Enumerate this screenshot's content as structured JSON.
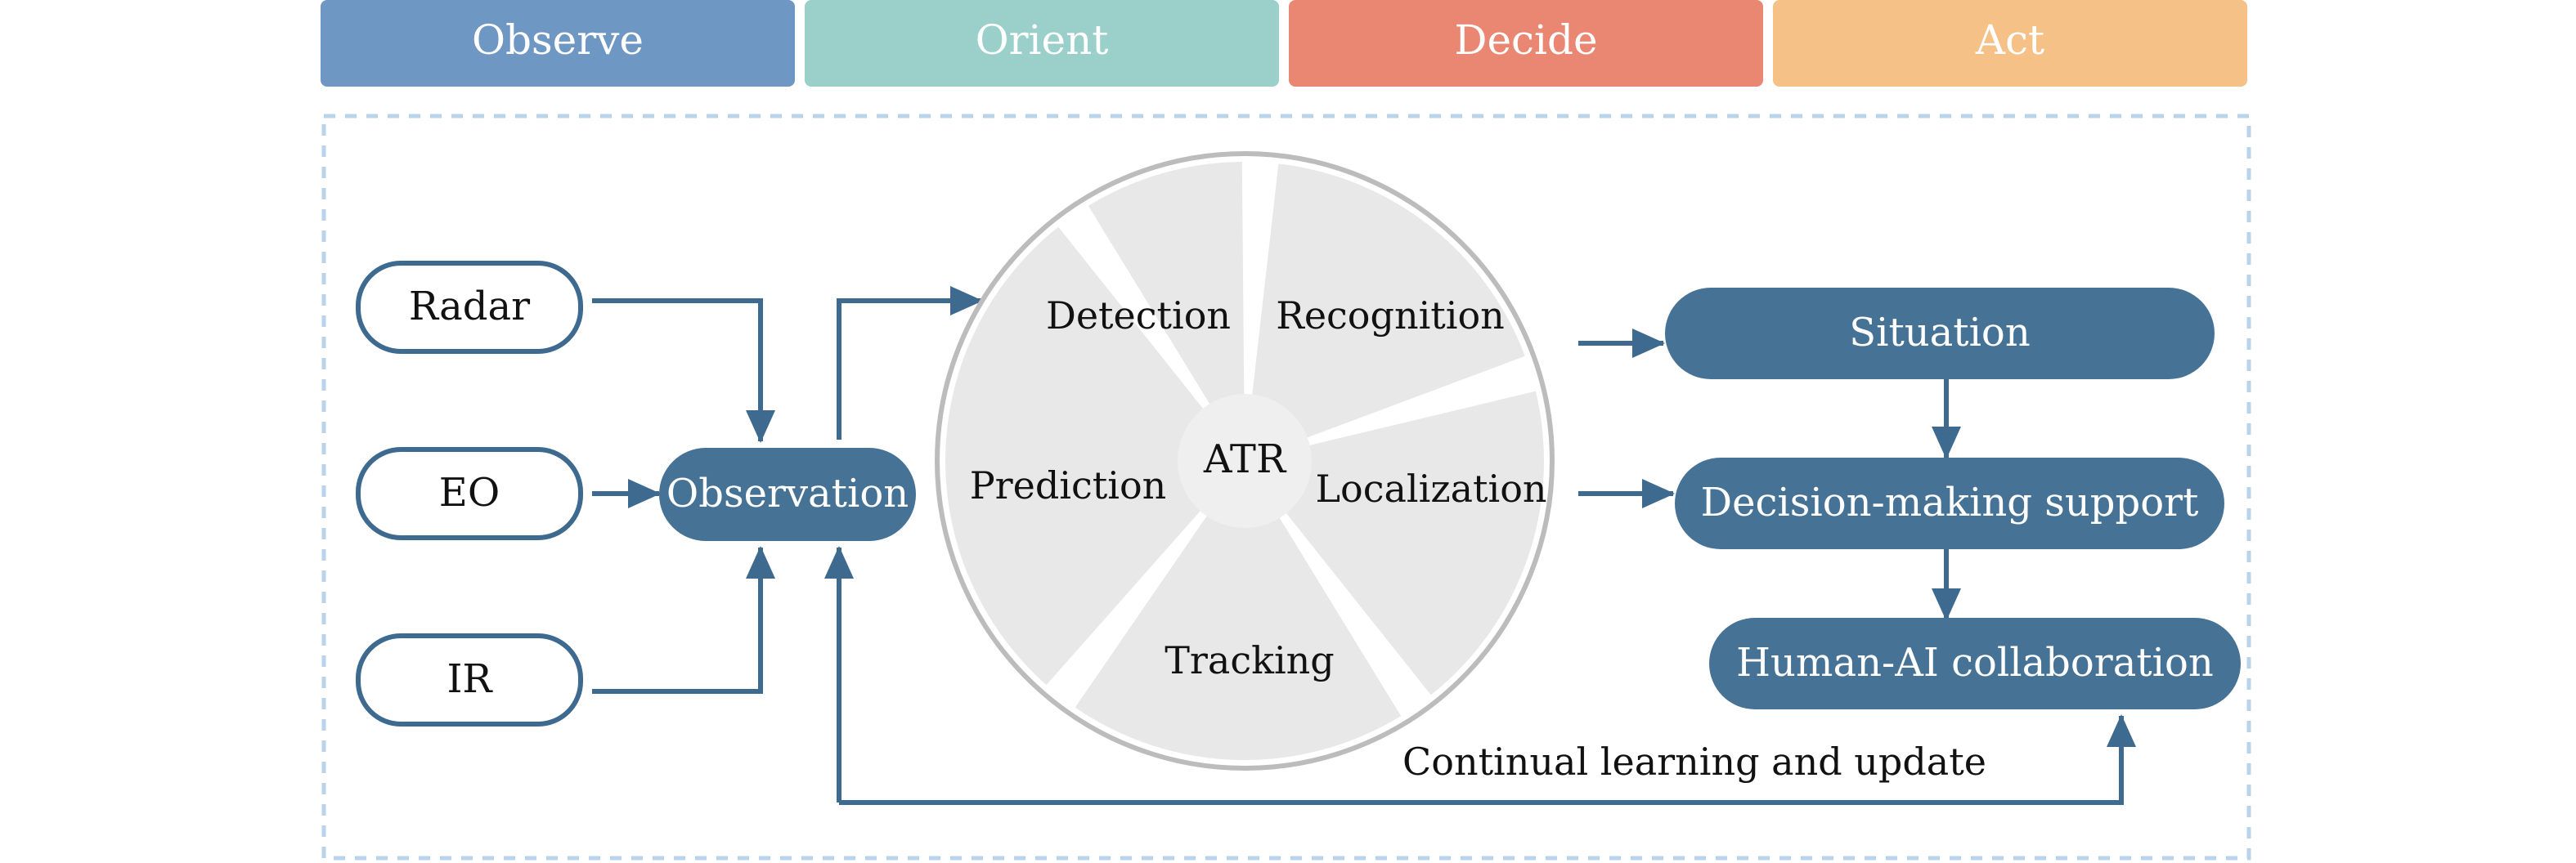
{
  "phases": [
    {
      "label": "Observe",
      "color": "#6f97c4"
    },
    {
      "label": "Orient",
      "color": "#9bcfc9"
    },
    {
      "label": "Decide",
      "color": "#ea8772"
    },
    {
      "label": "Act",
      "color": "#f5c186"
    }
  ],
  "sensors": [
    "Radar",
    "EO",
    "IR"
  ],
  "observation": "Observation",
  "atr": {
    "center": "ATR",
    "segments": [
      "Detection",
      "Recognition",
      "Localization",
      "Tracking",
      "Prediction"
    ]
  },
  "outputs": {
    "situation": "Situation",
    "decision": "Decision-making support",
    "collaboration": "Human-AI collaboration"
  },
  "feedback_label": "Continual learning and update",
  "colors": {
    "node_fill": "#467296",
    "node_stroke": "#3e6a8f",
    "arrow": "#3e6a8f",
    "segment_fill": "#e8e8e8",
    "circle_stroke": "#bcbcbc",
    "dash_border": "#b8d3ea"
  }
}
